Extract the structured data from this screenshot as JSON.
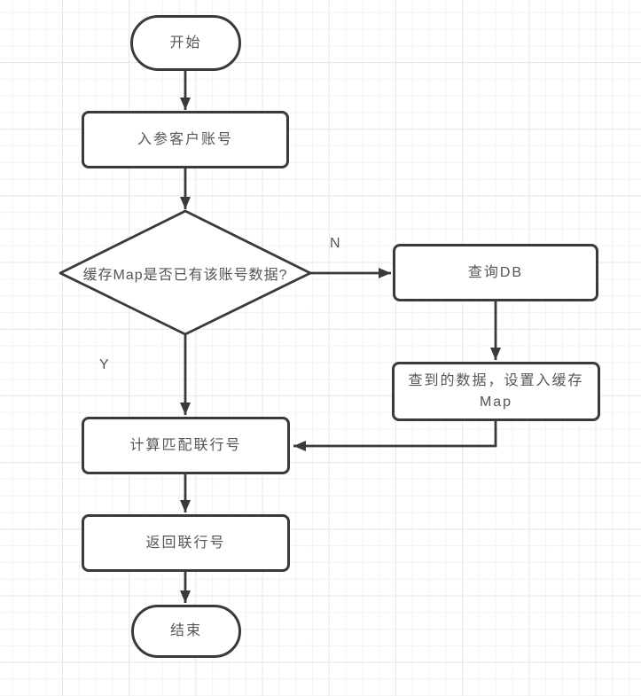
{
  "theme": {
    "stroke_color": "#3a3a3a",
    "text_color": "#555555",
    "node_fill": "#ffffff",
    "canvas_bg": "#ffffff",
    "grid_minor_color": "#f3f3f3",
    "grid_major_color": "#e7e7e7"
  },
  "flowchart": {
    "nodes": [
      {
        "id": "start",
        "type": "terminator",
        "label": "开始"
      },
      {
        "id": "input-account",
        "type": "process",
        "label": "入参客户账号"
      },
      {
        "id": "cache-check",
        "type": "decision",
        "label": "缓存Map是否已有该账号数据?"
      },
      {
        "id": "query-db",
        "type": "process",
        "label": "查询DB"
      },
      {
        "id": "set-cache",
        "type": "process",
        "label": "查到的数据，设置入缓存Map"
      },
      {
        "id": "calc-bank-no",
        "type": "process",
        "label": "计算匹配联行号"
      },
      {
        "id": "return-bank-no",
        "type": "process",
        "label": "返回联行号"
      },
      {
        "id": "end",
        "type": "terminator",
        "label": "结束"
      }
    ],
    "edge_labels": {
      "no": "N",
      "yes": "Y"
    }
  }
}
